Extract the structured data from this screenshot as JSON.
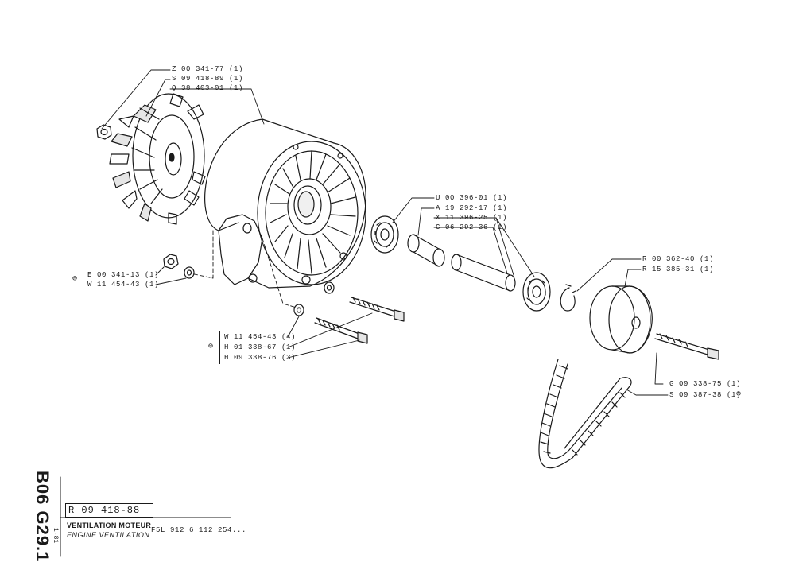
{
  "labels": {
    "fan_nut": "Z 00 341-77 (1)",
    "fan_wheel": "S 09 418-89 (1)",
    "fan_housing": "Q 38 403-01 (1)",
    "bearing_a": "U 00 396-01 (1)",
    "spacer_sleeve": "A 19 292-17 (1)",
    "bearing_b": "X 11 396-25 (1)",
    "shaft": "C 06 292-36 (1)",
    "circlip": "R 00 362-40 (1)",
    "pulley": "R 15 385-31 (1)",
    "left_nut": "E 00 341-13 (1)",
    "left_washer": "W 11 454-43 (1)",
    "housing_washers": "W 11 454-43 (4)",
    "housing_bolt_long": "H 01 338-67 (1)",
    "housing_bolts": "H 09 338-76 (3)",
    "pulley_bolt": "G 09 338-75 (1)",
    "v_belt": "S 09 387-38 (1)"
  },
  "symbols": {
    "assembly_mark": "⊖"
  },
  "page_code": "B06 G29.1",
  "date": "1-81",
  "reference": "R 09 418-88",
  "title_fr": "VENTILATION MOTEUR",
  "title_en": "ENGINE VENTILATION",
  "engine": "F5L 912  6 112 254...",
  "colors": {
    "ink": "#1a1a1a",
    "paper": "#ffffff"
  }
}
